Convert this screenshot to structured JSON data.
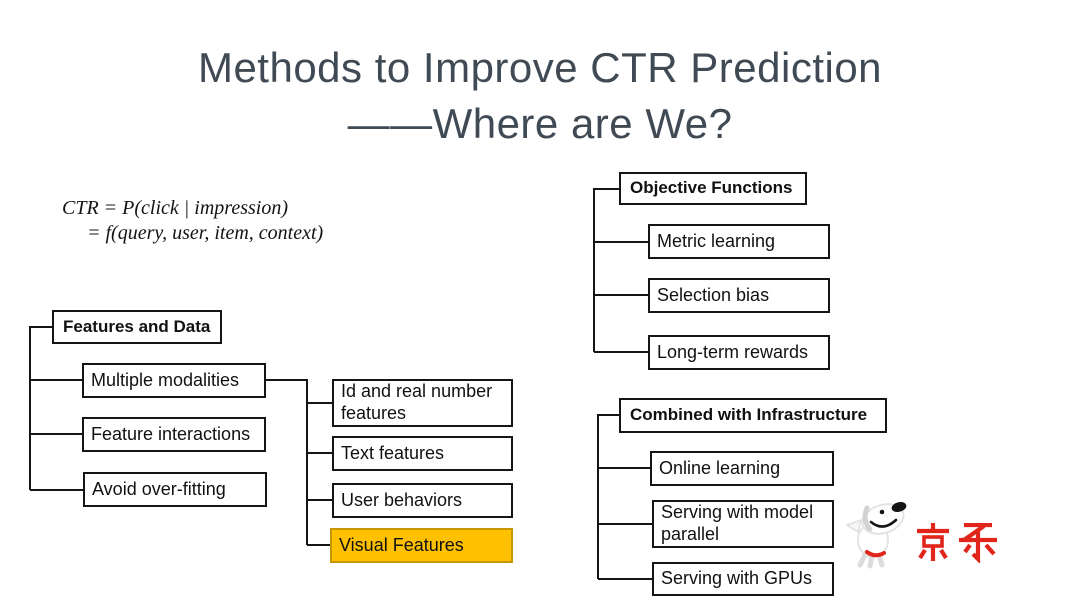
{
  "title": {
    "line1": "Methods to Improve CTR Prediction",
    "line2": "——Where are We?"
  },
  "formula": {
    "line1": "CTR = P(click | impression)",
    "line2": "= f(query, user, item, context)"
  },
  "trees": {
    "features": {
      "root": "Features and Data",
      "children": [
        "Multiple modalities",
        "Feature interactions",
        "Avoid over-fitting"
      ],
      "modality_children": [
        "Id and real number features",
        "Text features",
        "User behaviors",
        "Visual Features"
      ],
      "highlighted_child": "Visual Features"
    },
    "objective": {
      "root": "Objective Functions",
      "children": [
        "Metric learning",
        "Selection bias",
        "Long-term rewards"
      ]
    },
    "infrastructure": {
      "root": "Combined with Infrastructure",
      "children": [
        "Online learning",
        "Serving with model parallel",
        "Serving with GPUs"
      ]
    }
  },
  "logo": {
    "text": "京东",
    "mascot_icon": "jd-joy-dog"
  },
  "colors": {
    "title_text": "#3F4A55",
    "box_border": "#151515",
    "highlight_fill": "#FFC000",
    "highlight_border": "#C89600",
    "brand_red": "#E1251B",
    "background": "#FFFFFF"
  }
}
